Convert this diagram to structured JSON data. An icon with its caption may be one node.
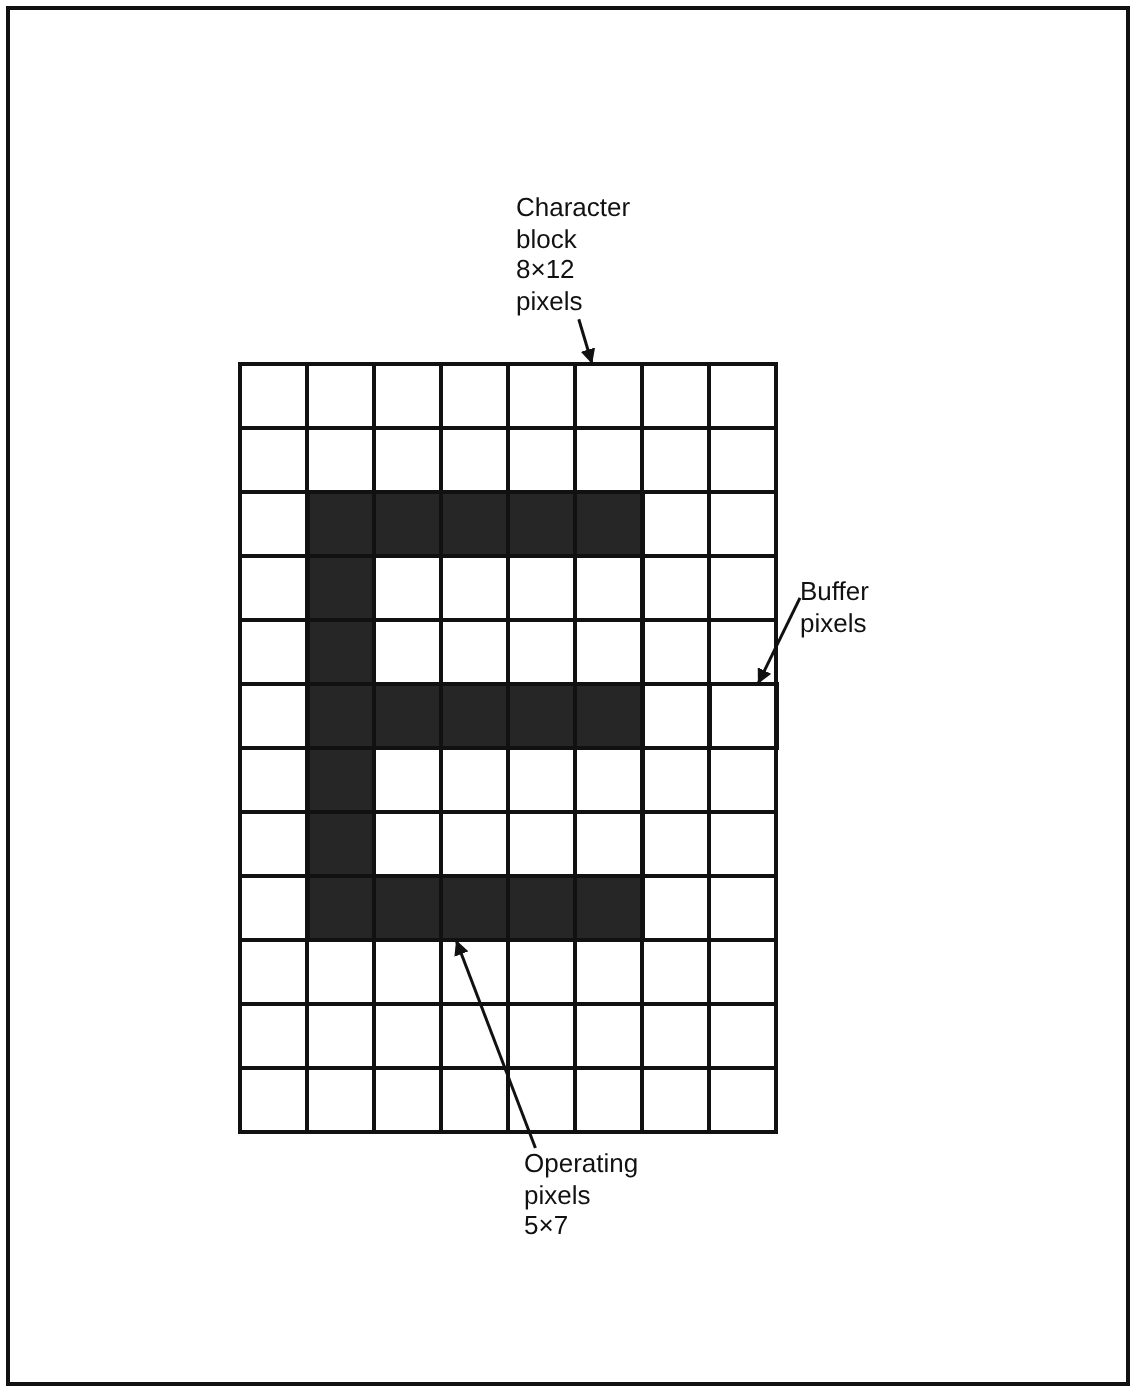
{
  "diagram": {
    "nodes": [
      {
        "text": [
          "Character block 8×12 pixels"
        ]
      },
      {
        "text": [],
        "shape": "box"
      },
      {
        "text": [
          "Buffer pixels"
        ]
      },
      {
        "text": [],
        "shape": "box",
        "in": 1
      },
      {
        "text": [
          "Operating pixels 5×7"
        ]
      },
      {
        "text": [],
        "shape": "box",
        "in": 1
      }
    ],
    "edges": [
      {
        "from": 0,
        "to": 1,
        "arrow": "to"
      },
      {
        "from": 2,
        "to": 5,
        "arrow": "to"
      },
      {
        "from": 4,
        "to": 3,
        "arrow": "to"
      }
    ]
  }
}
